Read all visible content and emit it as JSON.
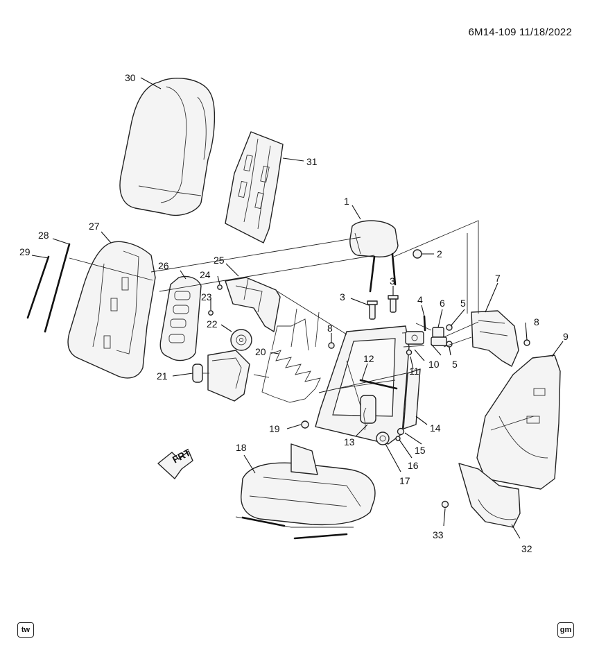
{
  "header": {
    "diagram_id": "6M14-109 11/18/2022"
  },
  "front_indicator": "FRT",
  "corner_badges": {
    "left": "tw",
    "right": "gm"
  },
  "callouts": [
    "1",
    "2",
    "3",
    "3",
    "4",
    "5",
    "5",
    "6",
    "7",
    "8",
    "8",
    "9",
    "10",
    "11",
    "12",
    "13",
    "14",
    "15",
    "16",
    "17",
    "18",
    "19",
    "20",
    "21",
    "22",
    "23",
    "24",
    "25",
    "26",
    "27",
    "28",
    "29",
    "30",
    "31",
    "32",
    "33"
  ]
}
